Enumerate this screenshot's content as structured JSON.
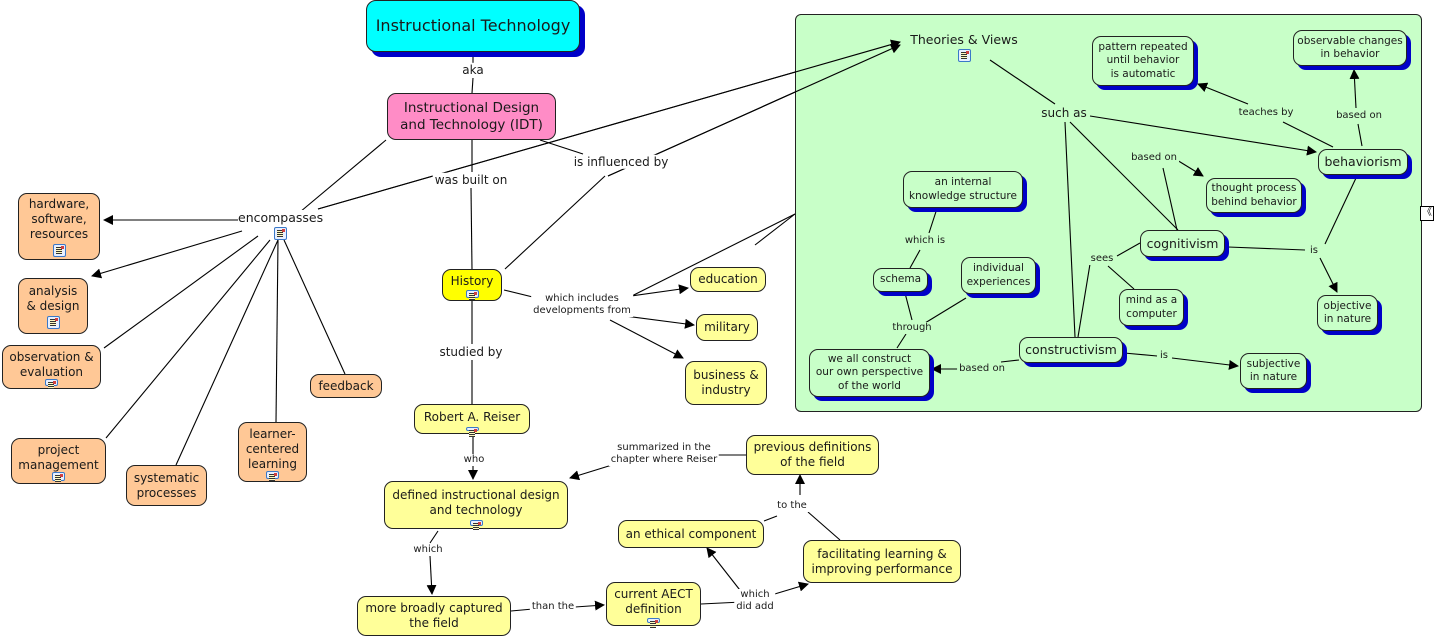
{
  "title": "Instructional Technology",
  "concepts": {
    "instructional_technology": "Instructional Technology",
    "idt": "Instructional Design\nand Technology (IDT)",
    "hardware": "hardware,\nsoftware,\nresources",
    "analysis": "analysis\n& design",
    "observation": "observation &\nevaluation",
    "project": "project\nmanagement",
    "systematic": "systematic\nprocesses",
    "learner": "learner-\ncentered\nlearning",
    "feedback": "feedback",
    "history": "History",
    "education": "education",
    "military": "military",
    "business": "business &\nindustry",
    "reiser": "Robert A. Reiser",
    "defined": "defined instructional design\nand technology",
    "broadly": "more broadly captured\nthe field",
    "aect": "current AECT\ndefinition",
    "ethical": "an ethical component",
    "facilitating": "facilitating learning &\nimproving performance",
    "previous": "previous definitions\nof the field",
    "theories": "Theories & Views",
    "pattern": "pattern repeated\nuntil behavior\nis automatic",
    "observable": "observable changes\nin behavior",
    "behaviorism": "behaviorism",
    "thought": "thought process\nbehind behavior",
    "internal": "an internal\nknowledge structure",
    "cognitivism": "cognitivism",
    "schema": "schema",
    "individual": "individual\nexperiences",
    "mind": "mind as a\ncomputer",
    "objective": "objective\nin nature",
    "constructivism": "constructivism",
    "construct": "we all construct\nour own perspective\nof the world",
    "subjective": "subjective\nin nature"
  },
  "linking_phrases": {
    "aka": "aka",
    "encompasses": "encompasses",
    "was_built_on": "was built on",
    "is_influenced_by": "is influenced by",
    "which_includes": "which includes\ndevelopments from",
    "studied_by": "studied by",
    "who": "who",
    "which": "which",
    "than_the": "than the",
    "which_did_add": "which\ndid add",
    "to_the": "to the",
    "summarized": "summarized in the\nchapter where Reiser",
    "such_as": "such as",
    "teaches_by": "teaches by",
    "based_on_beh": "based on",
    "based_on_cog": "based on",
    "is_cog": "is",
    "sees": "sees",
    "which_is": "which is",
    "through": "through",
    "based_on_con": "based on",
    "is_con": "is"
  },
  "icons": {
    "resource": "resource-doc-icon",
    "collapse": "collapse-panel-icon"
  },
  "collapse_glyph": "《",
  "colors": {
    "cyan": "#00ffff",
    "pink": "#ff8cc6",
    "orange": "#ffc896",
    "yellow": "#ffff99",
    "history_yellow": "#ffff00",
    "green_panel": "#c8ffc8",
    "shadow_blue": "#0000c8"
  }
}
